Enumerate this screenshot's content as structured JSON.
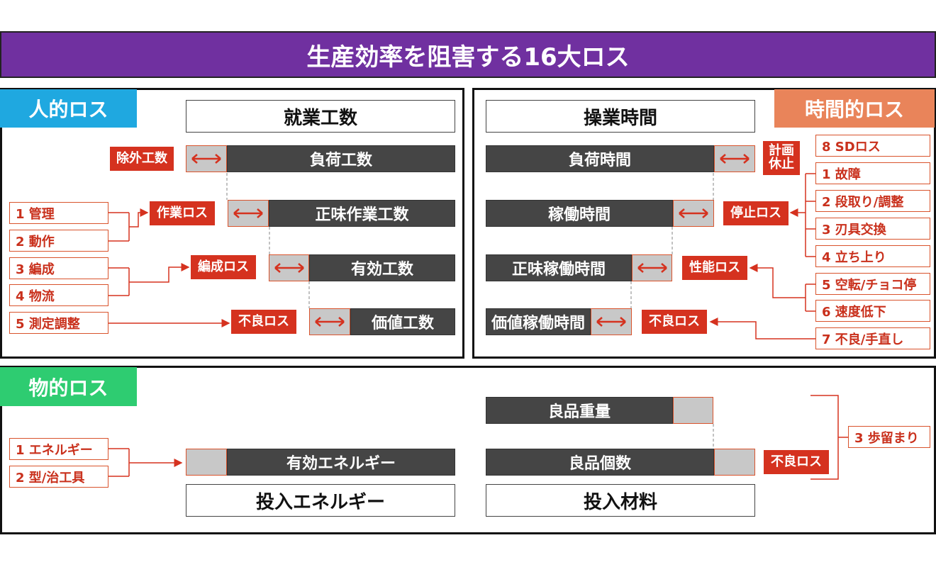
{
  "title": "生産効率を阻害する16大ロス",
  "colors": {
    "title_bg": "#7030A0",
    "human_tag": "#1FA8E0",
    "time_tag": "#E9845A",
    "material_tag": "#2ECC71",
    "loss": "#D5321F",
    "bar": "#454545"
  },
  "human": {
    "tag": "人的ロス",
    "header": "就業工数",
    "bars": [
      "負荷工数",
      "正味作業工数",
      "有効工数",
      "価値工数"
    ],
    "losses": [
      "除外工数",
      "作業ロス",
      "編成ロス",
      "不良ロス"
    ],
    "items": [
      "1 管理",
      "2 動作",
      "3 編成",
      "4 物流",
      "5 測定調整"
    ]
  },
  "time": {
    "tag": "時間的ロス",
    "header": "操業時間",
    "bars": [
      "負荷時間",
      "稼働時間",
      "正味稼働時間",
      "価値稼働時間"
    ],
    "losses": [
      "計画\n休止",
      "停止ロス",
      "性能ロス",
      "不良ロス"
    ],
    "items": [
      "8 SDロス",
      "1 故障",
      "2 段取り/調整",
      "3 刃具交換",
      "4 立ち上り",
      "5 空転/チョコ停",
      "6 速度低下",
      "7 不良/手直し"
    ]
  },
  "material": {
    "tag": "物的ロス",
    "energy_bar": "有効エネルギー",
    "energy_header": "投入エネルギー",
    "items": [
      "1 エネルギー",
      "2 型/治工具"
    ],
    "goods_bars": [
      "良品重量",
      "良品個数"
    ],
    "goods_header": "投入材料",
    "loss": "不良ロス",
    "yield_item": "3 歩留まり"
  }
}
